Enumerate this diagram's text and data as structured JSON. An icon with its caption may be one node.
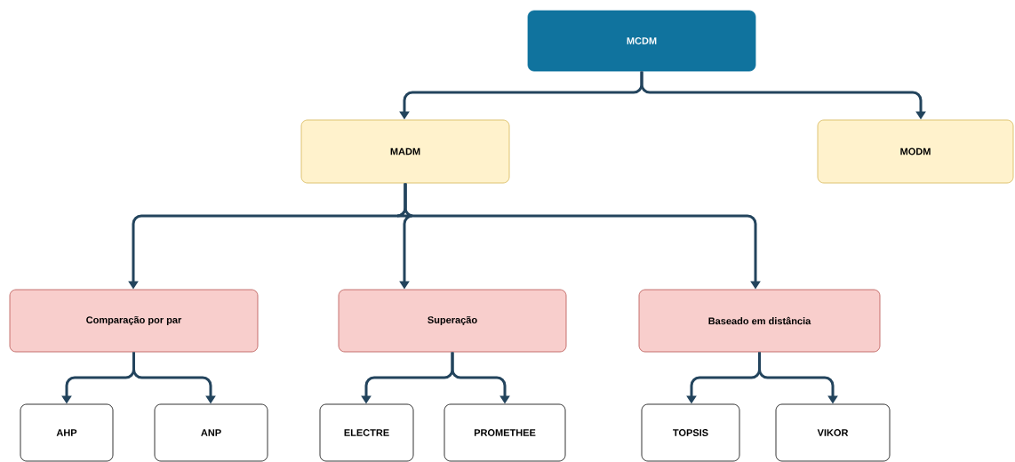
{
  "diagram": {
    "nodes": [
      {
        "text": [
          "MCDM"
        ]
      },
      {
        "text": [
          "MADM"
        ]
      },
      {
        "text": [
          "MODM"
        ]
      },
      {
        "text": [
          "Comparação por par"
        ]
      },
      {
        "text": [
          "Superação"
        ]
      },
      {
        "text": [
          "Baseado em distância"
        ]
      },
      {
        "text": [
          "AHP"
        ]
      },
      {
        "text": [
          "ANP"
        ]
      },
      {
        "text": [
          "ELECTRE"
        ]
      },
      {
        "text": [
          "PROMETHEE"
        ]
      },
      {
        "text": [
          "TOPSIS"
        ]
      },
      {
        "text": [
          "VIKOR"
        ]
      }
    ],
    "edges": [
      {
        "from": 0,
        "to": 1,
        "arrow": "to"
      },
      {
        "from": 0,
        "to": 2,
        "arrow": "to"
      },
      {
        "from": 1,
        "to": 3,
        "arrow": "to"
      },
      {
        "from": 1,
        "to": 4,
        "arrow": "to"
      },
      {
        "from": 1,
        "to": 5,
        "arrow": "to"
      },
      {
        "from": 3,
        "to": 6,
        "arrow": "to"
      },
      {
        "from": 3,
        "to": 7,
        "arrow": "to"
      },
      {
        "from": 4,
        "to": 8,
        "arrow": "to"
      },
      {
        "from": 4,
        "to": 9,
        "arrow": "to"
      },
      {
        "from": 5,
        "to": 10,
        "arrow": "to"
      },
      {
        "from": 5,
        "to": 11,
        "arrow": "to"
      }
    ]
  }
}
